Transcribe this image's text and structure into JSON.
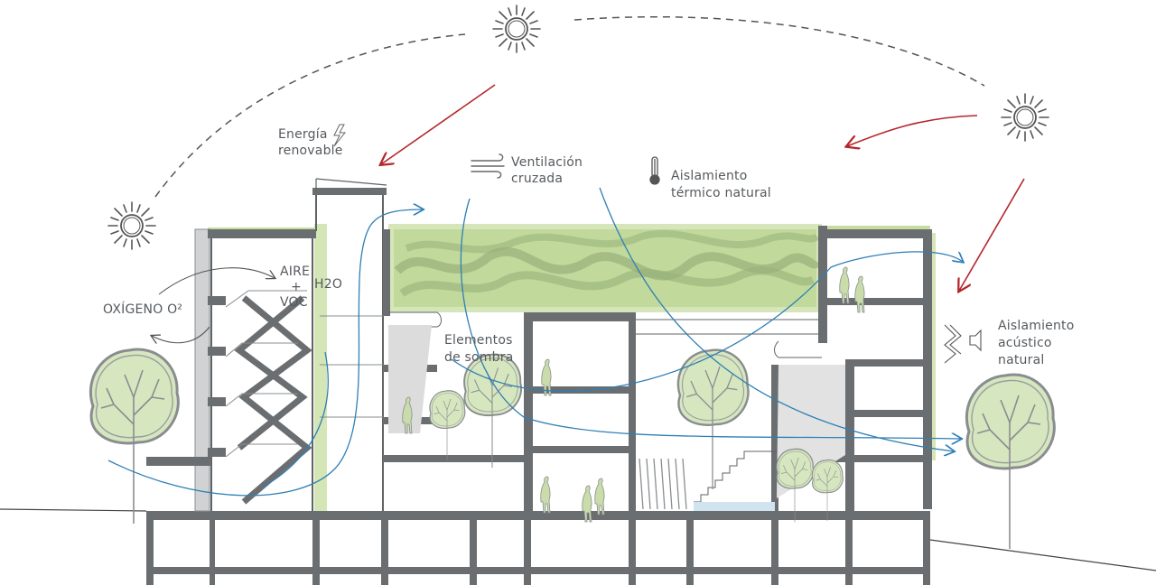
{
  "labels": {
    "energia": "Energía",
    "renovable": "renovable",
    "ventilacion": "Ventilación",
    "cruzada": "cruzada",
    "aislamiento_termico_1": "Aislamiento",
    "aislamiento_termico_2": "térmico natural",
    "aislamiento_acustico_1": "Aislamiento",
    "aislamiento_acustico_2": "acústico",
    "aislamiento_acustico_3": "natural",
    "aire": "AIRE",
    "plus": "+",
    "voc": "VOC",
    "h2o": "H2O",
    "oxigeno": "OXÍGENO O²",
    "elementos": "Elementos",
    "de_sombra": "de sombra"
  },
  "icons": [
    "sun-icon",
    "lightning-icon",
    "wind-icon",
    "thermometer-icon",
    "sound-icon"
  ],
  "colors": {
    "structure": "#5f6366",
    "green_roof": "#b9d68f",
    "solar_arrow": "#b3262b",
    "air_flow": "#2f7fb5",
    "text": "#555a5e",
    "shadow": "#d9d9d9"
  }
}
